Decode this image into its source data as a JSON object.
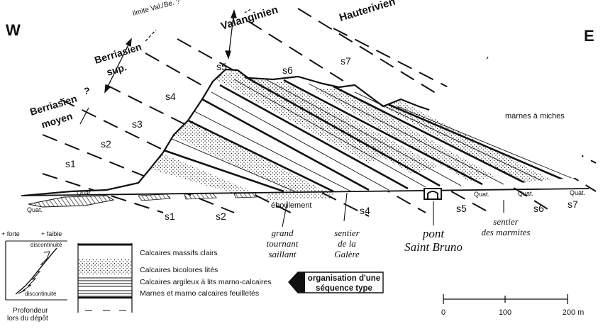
{
  "cardinal": {
    "west": "W",
    "east": "E"
  },
  "stages": {
    "limite": "limite Val./Be. ?",
    "valanginien": "Valanginien",
    "hauterivien": "Hauterivien",
    "berriasien_sup_1": "Berriasien",
    "berriasien_sup_2": "sup.",
    "berriasien_moyen_1": "Berriasien",
    "berriasien_moyen_2": "moyen",
    "question": "?"
  },
  "sequences_upper": [
    "s1",
    "s2",
    "s3",
    "s4",
    "s5",
    "s6",
    "s7"
  ],
  "sequences_lower": [
    "s1",
    "s2",
    "s4",
    "s5",
    "s6",
    "s7"
  ],
  "labels": {
    "quat": "Quat.",
    "eboulement": "éboulement",
    "marnes_miches": "marnes à miches"
  },
  "places": {
    "grand_tournant": [
      "grand",
      "tournant",
      "saillant"
    ],
    "sentier_galere": [
      "sentier",
      "de la",
      "Galère"
    ],
    "pont": [
      "pont",
      "Saint Bruno"
    ],
    "sentier_marmites": [
      "sentier",
      "des marmites"
    ]
  },
  "profile": {
    "forte": "+ forte",
    "faible": "+ faible",
    "discontinuite": "discontinuité",
    "profondeur_1": "Profondeur",
    "profondeur_2": "lors du dépôt"
  },
  "legend": [
    "Calcaires massifs clairs",
    "Calcaires bicolores lités",
    "Calcaires argileux à lits marno-calcaires",
    "Marnes et marno calcaires feuilletés"
  ],
  "sequence_box": {
    "line1": "organisation d'une",
    "line2": "séquence type"
  },
  "scale": {
    "ticks": [
      "0",
      "100",
      "200 m"
    ]
  }
}
